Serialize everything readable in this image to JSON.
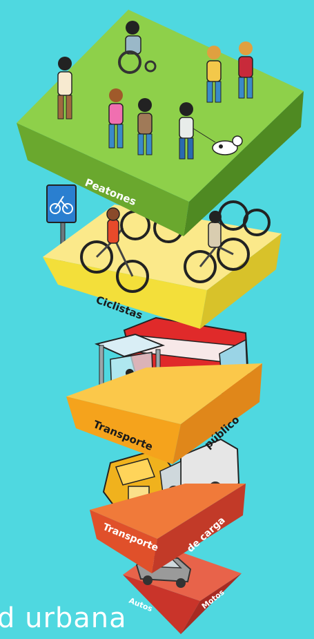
{
  "levels": [
    {
      "label": "Peatones"
    },
    {
      "label": "Ciclistas"
    },
    {
      "label": "Transporte",
      "label2": "público"
    },
    {
      "label": "Transporte",
      "label2": "de carga"
    },
    {
      "label": "Autos",
      "label2": "Motos"
    }
  ],
  "caption": "d urbana",
  "colors": {
    "background": "#4fd8e0",
    "peatones": "#7dbf3a",
    "ciclistas": "#f3df3a",
    "transporte_publico": "#f5a31c",
    "transporte_carga": "#e0502a",
    "autos": "#d43a2a"
  },
  "icons": [
    "bicycle-sign-icon",
    "wheelchair-person-icon",
    "dog-icon",
    "bus-icon",
    "bus-stop-icon",
    "truck-icon",
    "van-icon",
    "car-icon"
  ]
}
